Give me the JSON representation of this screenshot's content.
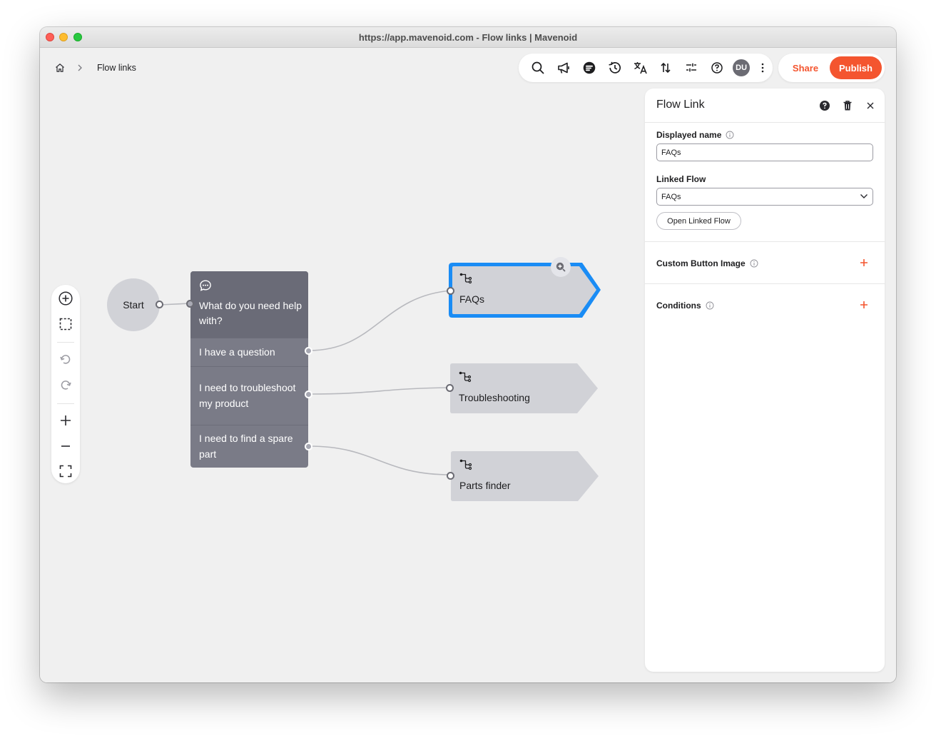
{
  "window": {
    "title": "https://app.mavenoid.com - Flow links | Mavenoid"
  },
  "breadcrumb": {
    "home_icon": "home-icon",
    "separator_icon": "chevron-right-icon",
    "current": "Flow links"
  },
  "toolbar": {
    "icons": [
      "search-icon",
      "megaphone-icon",
      "chat-icon",
      "history-icon",
      "translate-icon",
      "sort-arrows-icon",
      "sliders-icon",
      "help-icon"
    ],
    "avatar_initials": "DU",
    "more_icon": "kebab-menu-icon",
    "share_label": "Share",
    "publish_label": "Publish",
    "accent_color": "#f4552f"
  },
  "rail": {
    "icons": [
      "add-node-icon",
      "select-area-icon",
      "undo-icon",
      "redo-icon",
      "zoom-in-icon",
      "zoom-out-icon",
      "fit-screen-icon"
    ]
  },
  "canvas": {
    "start_label": "Start",
    "question": {
      "icon": "chat-bubble-icon",
      "text": "What do you need help with?",
      "options": [
        "I have a question",
        "I need to troubleshoot my product",
        "I need to find a spare part"
      ]
    },
    "flow_links": [
      {
        "label": "FAQs",
        "selected": true,
        "icon": "flow-branch-icon"
      },
      {
        "label": "Troubleshooting",
        "selected": false,
        "icon": "flow-branch-icon"
      },
      {
        "label": "Parts finder",
        "selected": false,
        "icon": "flow-branch-icon"
      }
    ],
    "selection_color": "#1a8cf5"
  },
  "panel": {
    "title": "Flow Link",
    "displayed_name_label": "Displayed name",
    "displayed_name_value": "FAQs",
    "linked_flow_label": "Linked Flow",
    "linked_flow_value": "FAQs",
    "open_linked_flow_label": "Open Linked Flow",
    "custom_button_image_label": "Custom Button Image",
    "conditions_label": "Conditions"
  }
}
